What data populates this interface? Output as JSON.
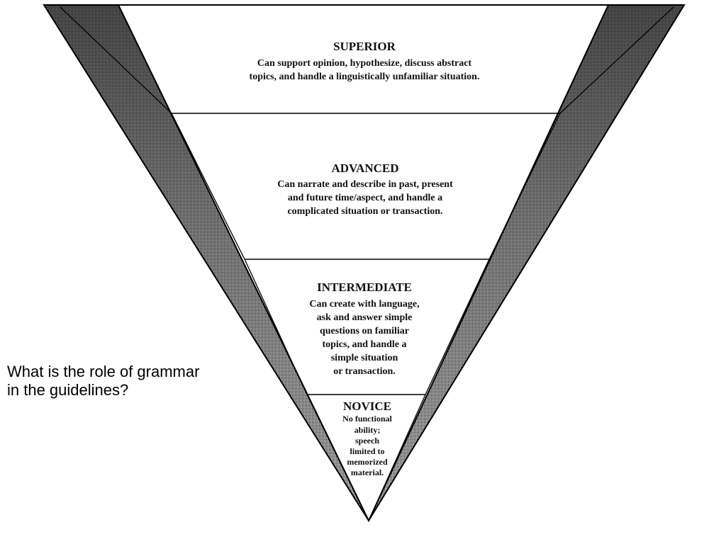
{
  "diagram": {
    "levels": [
      {
        "title": "SUPERIOR",
        "lines": [
          "Can support opinion, hypothesize, discuss abstract",
          "topics, and handle a linguistically unfamiliar situation."
        ]
      },
      {
        "title": "ADVANCED",
        "lines": [
          "Can narrate and describe in past, present",
          "and future time/aspect, and handle a",
          "complicated situation or transaction."
        ]
      },
      {
        "title": "INTERMEDIATE",
        "lines": [
          "Can create with language,",
          "ask and answer simple",
          "questions on familiar",
          "topics, and handle a",
          "simple situation",
          "or transaction."
        ]
      },
      {
        "title": "NOVICE",
        "lines": [
          "No functional",
          "ability;",
          "speech",
          "limited to",
          "memorized",
          "material."
        ]
      }
    ]
  },
  "question": {
    "line1": "What is the role of grammar",
    "line2": "in the guidelines?"
  }
}
